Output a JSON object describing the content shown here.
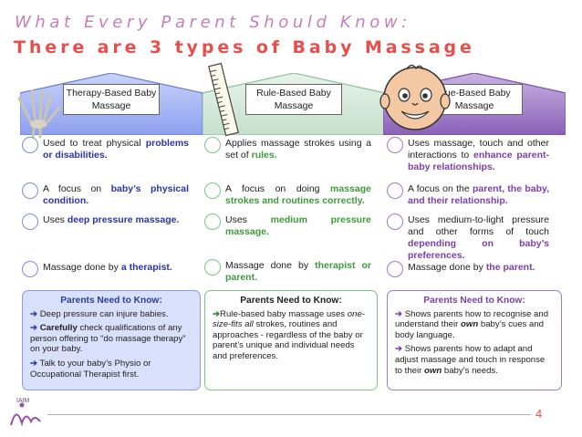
{
  "title": {
    "line1": "What Every Parent Should Know:",
    "line2": "There are 3 types of Baby Massage"
  },
  "columns": [
    {
      "label": "Therapy-Based Baby Massage",
      "items": [
        {
          "pre": "Used to treat physical ",
          "hl": "problems or disabilities.",
          "post": ""
        },
        {
          "pre": "A focus on ",
          "hl": "baby’s physical condition.",
          "post": ""
        },
        {
          "pre": "Uses ",
          "hl": "deep pressure massage.",
          "post": ""
        },
        {
          "pre": "Massage done by ",
          "hl": "a therapist.",
          "post": ""
        }
      ],
      "box": {
        "heading": "Parents Need to Know:",
        "points": [
          {
            "pre": "Deep pressure can injure babies.",
            "hl": "",
            "post": ""
          },
          {
            "pre": "",
            "hl": "Carefully",
            "post": " check qualifications of any person offering to “do massage therapy” on your baby."
          },
          {
            "pre": "Talk to your baby’s Physio or Occupational Therapist first.",
            "hl": "",
            "post": ""
          }
        ]
      }
    },
    {
      "label": "Rule-Based Baby Massage",
      "items": [
        {
          "pre": "Applies massage strokes using a set of ",
          "hl": "rules.",
          "post": ""
        },
        {
          "pre": "A focus on doing ",
          "hl": "massage strokes and routines correctly.",
          "post": ""
        },
        {
          "pre": "Uses ",
          "hl": "medium pressure massage.",
          "post": ""
        },
        {
          "pre": "Massage done by ",
          "hl": "therapist or parent.",
          "post": ""
        }
      ],
      "box": {
        "heading": "Parents Need to Know:",
        "points": [
          {
            "pre": "Rule-based baby massage uses ",
            "hl": "one-size-fits all",
            "post": " strokes, routines and approaches - regardless of the baby or parent’s unique and individual needs and preferences."
          }
        ]
      }
    },
    {
      "label": "Cue-Based Baby Massage",
      "items": [
        {
          "pre": "Uses massage, touch and other interactions to ",
          "hl": "enhance parent-baby relationships.",
          "post": ""
        },
        {
          "pre": "A focus on the ",
          "hl": "parent, the baby, and their relationship.",
          "post": ""
        },
        {
          "pre": "Uses medium-to-light pressure and other forms of touch ",
          "hl": "depending on baby’s preferences.",
          "post": ""
        },
        {
          "pre": "Massage done by ",
          "hl": "the parent.",
          "post": ""
        }
      ],
      "box": {
        "heading": "Parents Need to Know:",
        "points": [
          {
            "pre": "Shows parents how to recognise and understand their ",
            "hl": "own",
            "post": " baby’s cues and body language."
          },
          {
            "pre": "Shows parents how to adapt and adjust massage and touch in response to their ",
            "hl": "own",
            "post": " baby’s needs."
          }
        ]
      }
    }
  ],
  "footer": {
    "logo_text": "IAIM",
    "page_number": "4"
  },
  "colors": {
    "title1": "#c77fb7",
    "title2": "#e94f4a",
    "therapy": "#8c9ce0",
    "rule": "#7fc38a",
    "cue": "#a37ac6",
    "page_number": "#e24f4a"
  },
  "icons": [
    "hand-skeleton-icon",
    "ruler-icon",
    "baby-face-icon"
  ]
}
